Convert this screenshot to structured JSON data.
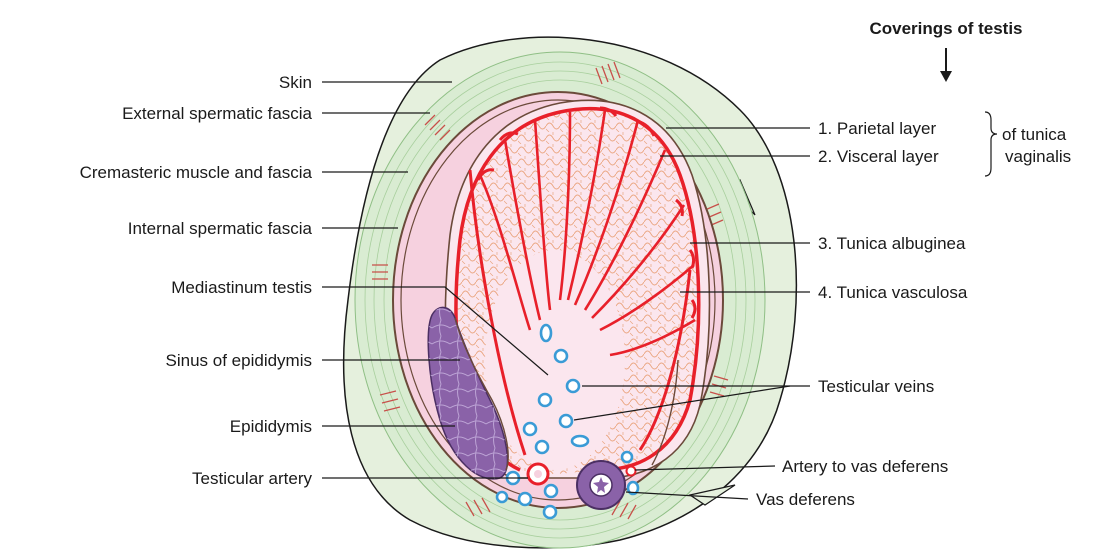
{
  "title": "Coverings of testis",
  "left_labels": [
    "Skin",
    "External spermatic fascia",
    "Cremasteric muscle and fascia",
    "Internal spermatic fascia",
    "Mediastinum testis",
    "Sinus of epididymis",
    "Epididymis",
    "Testicular artery"
  ],
  "right_labels": [
    "1. Parietal layer",
    "2. Visceral layer",
    "3. Tunica albuginea",
    "4. Tunica vasculosa",
    "Testicular veins",
    "Artery to vas deferens",
    "Vas deferens"
  ],
  "brace_labels": [
    "of tunica",
    "vaginalis"
  ],
  "colors": {
    "skin_green": "#d9ecd2",
    "tunica_pink": "#f6d1df",
    "albuginea_red": "#e8202a",
    "epididymis_purple": "#8a62a8",
    "vein_blue": "#3a9bd6",
    "muscle_red": "#c8504a"
  },
  "icons": [
    "arrow-down-icon",
    "brace-icon"
  ]
}
